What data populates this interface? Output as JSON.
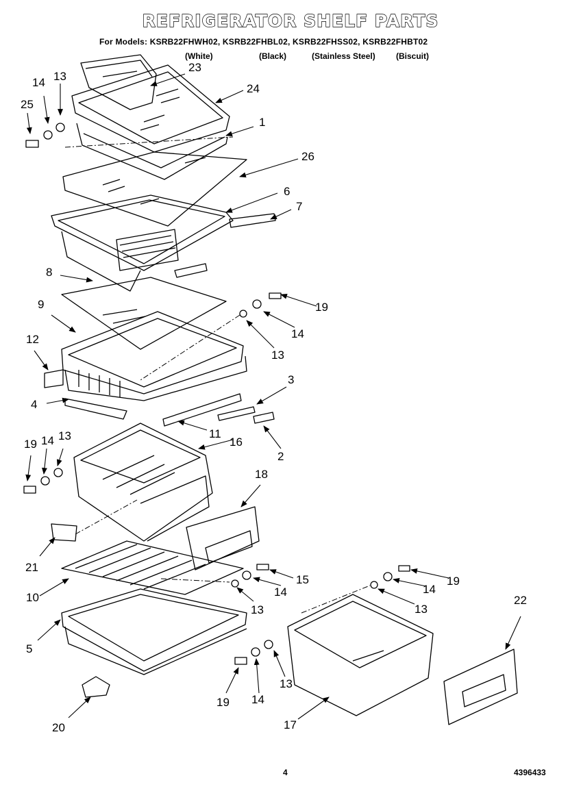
{
  "header": {
    "title": "REFRIGERATOR SHELF PARTS",
    "models": "For Models: KSRB22FHWH02, KSRB22FHBL02, KSRB22FHSS02, KSRB22FHBT02",
    "variants": [
      "(White)",
      "(Black)",
      "(Stainless Steel)",
      "(Biscuit)"
    ]
  },
  "callouts": [
    "23",
    "24",
    "14",
    "13",
    "25",
    "1",
    "26",
    "6",
    "7",
    "8",
    "9",
    "19",
    "14",
    "13",
    "12",
    "3",
    "4",
    "11",
    "2",
    "16",
    "19",
    "14",
    "13",
    "18",
    "21",
    "15",
    "19",
    "10",
    "14",
    "14",
    "13",
    "13",
    "22",
    "5",
    "13",
    "19",
    "14",
    "17",
    "20"
  ],
  "footer": {
    "page": "4",
    "part_number": "4396433"
  }
}
